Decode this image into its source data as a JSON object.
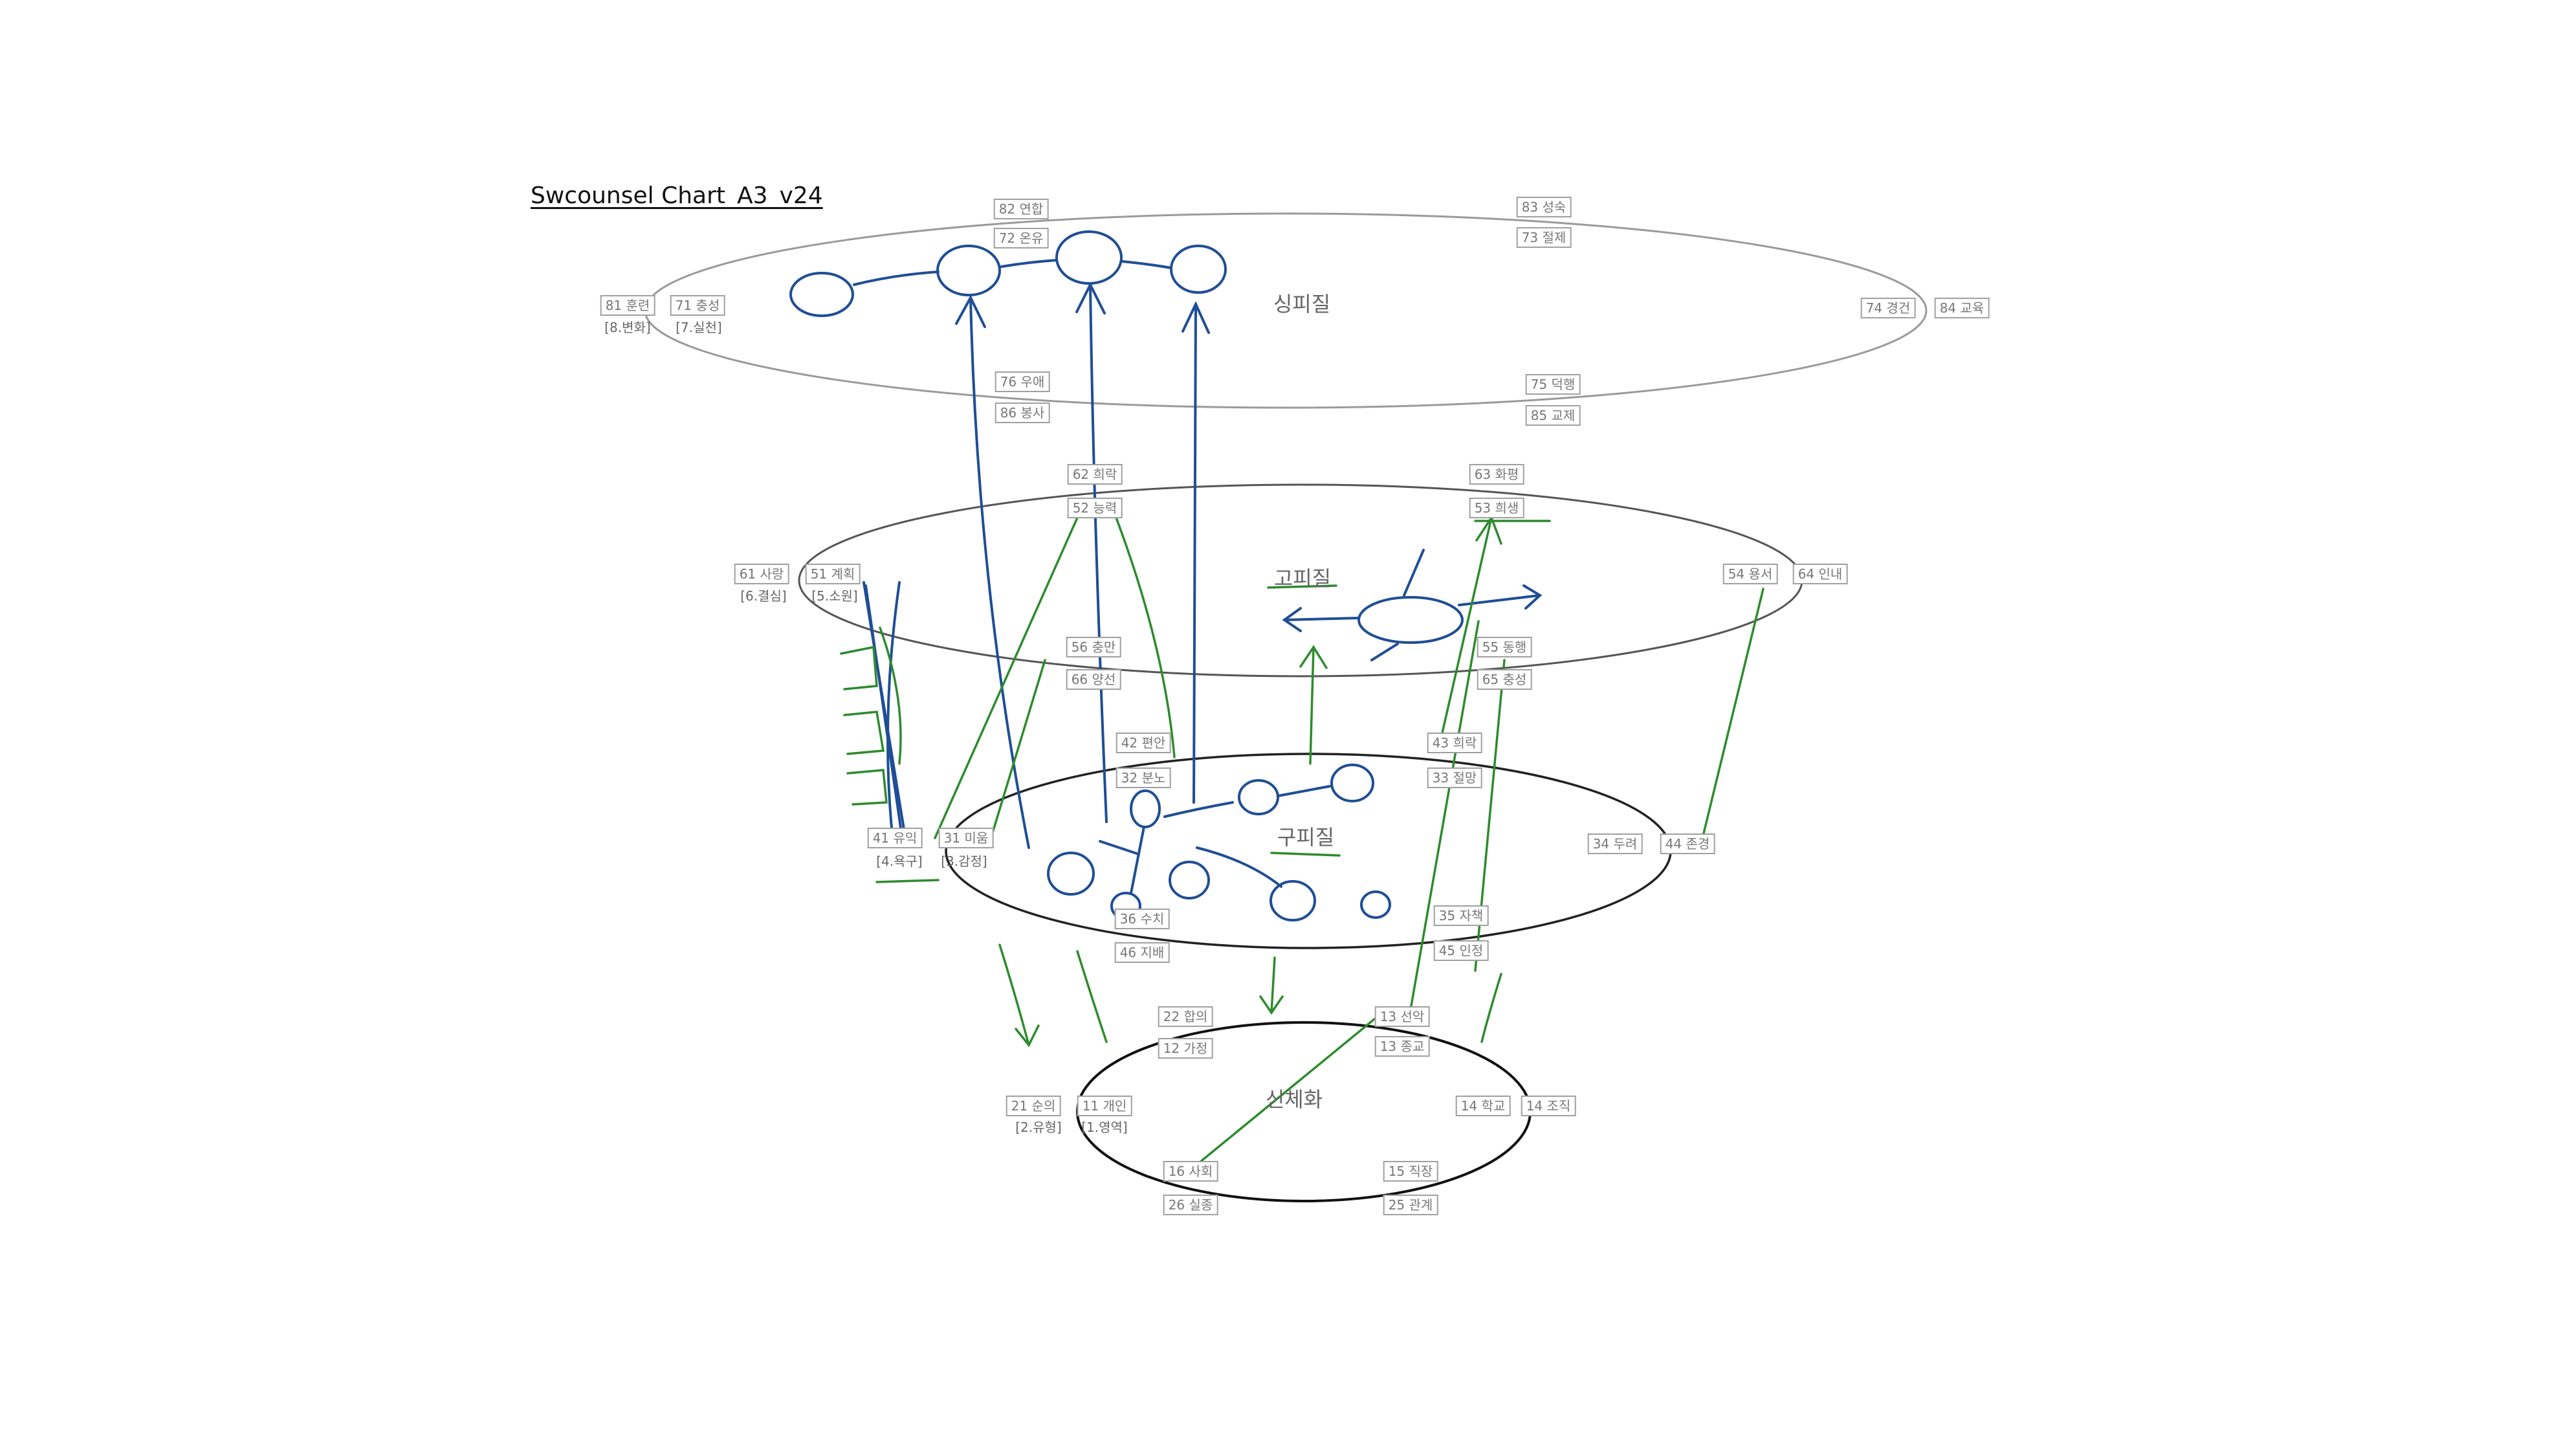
{
  "title": "Swcounsel Chart_A3_v24",
  "layers": {
    "top": "싱피질",
    "upper": "고피질",
    "middle": "구피질",
    "bottom": "신체화"
  },
  "nodes": {
    "n82": "82 연합",
    "n72": "72 온유",
    "n83": "83 성숙",
    "n73": "73 절제",
    "n81": "81 훈련",
    "s8": "[8.변화]",
    "n71": "71 충성",
    "s7": "[7.실천]",
    "n74": "74 경건",
    "n84": "84 교육",
    "n76": "76 우애",
    "n86": "86 봉사",
    "n75": "75 덕행",
    "n85": "85 교제",
    "n62": "62 희락",
    "n52": "52 능력",
    "n63": "63 화평",
    "n53": "53 희생",
    "n61": "61 사랑",
    "s6": "[6.결심]",
    "n51": "51 계획",
    "s5": "[5.소원]",
    "n54": "54 용서",
    "n64": "64 인내",
    "n56": "56 충만",
    "n66": "66 양선",
    "n55": "55 동행",
    "n65": "65 충성",
    "n42": "42 편안",
    "n32": "32 분노",
    "n43": "43 희락",
    "n33": "33 절망",
    "n41": "41 유익",
    "s4": "[4.욕구]",
    "n31": "31 미움",
    "s3": "[3.감정]",
    "n34": "34 두려",
    "n44": "44 존경",
    "n36": "36 수치",
    "n46": "46 지배",
    "n35": "35 자책",
    "n45": "45 인정",
    "n22": "22 합의",
    "n12": "12 가정",
    "n13a": "13 선악",
    "n13b": "13 종교",
    "n21": "21 순의",
    "s2": "[2.유형]",
    "n11": "11 개인",
    "s1": "[1.영역]",
    "n14": "14 학교",
    "n14b": "14 조직",
    "n16": "16 사회",
    "n26": "26 실종",
    "n15": "15 직장",
    "n25": "25 관계"
  },
  "colors": {
    "ellipse_top": "#9a9a9a",
    "ellipse_upper": "#555555",
    "ellipse_mid": "#222222",
    "ellipse_bottom": "#111111",
    "ink_blue": "#1f4e96",
    "ink_green": "#2e8b2e"
  }
}
